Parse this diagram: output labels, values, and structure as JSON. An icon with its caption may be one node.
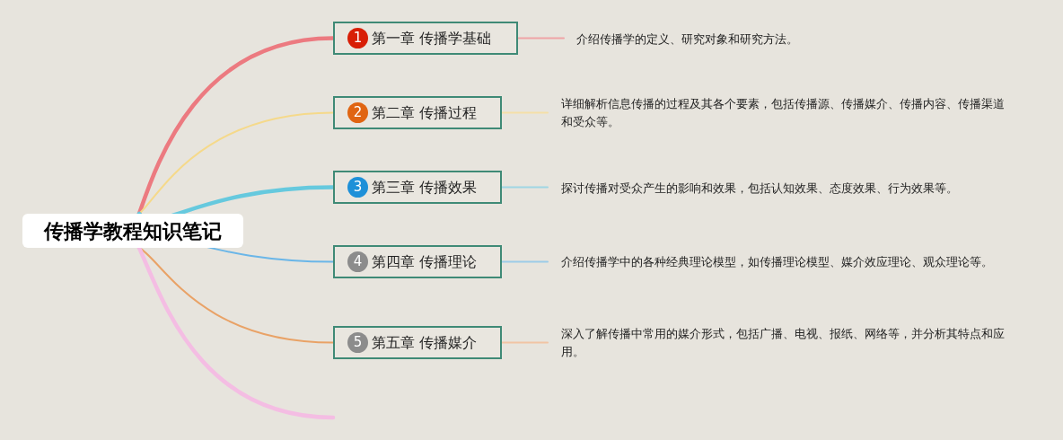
{
  "diagram": {
    "nodes": [
      {
        "text": [
          "传播学教程知识笔记"
        ]
      },
      {
        "text": [
          "第一章 传播学基础"
        ]
      },
      {
        "text": [
          "1"
        ],
        "in": 1
      },
      {
        "text": [
          "介绍传播学的定义、研究对象和研究方法。"
        ]
      },
      {
        "text": [
          "第二章 传播过程"
        ]
      },
      {
        "text": [
          "2"
        ],
        "in": 4
      },
      {
        "text": [
          "详细解析信息传播的过程及其各个要素，包括传播源、传播媒介、传播内容、传播渠道和受众等。"
        ]
      },
      {
        "text": [
          "第三章 传播效果"
        ]
      },
      {
        "text": [
          "3"
        ],
        "in": 7
      },
      {
        "text": [
          "探讨传播对受众产生的影响和效果，包括认知效果、态度效果、行为效果等。"
        ]
      },
      {
        "text": [
          "第四章 传播理论"
        ]
      },
      {
        "text": [
          "4"
        ],
        "in": 10
      },
      {
        "text": [
          "介绍传播学中的各种经典理论模型，如传播理论模型、媒介效应理论、观众理论等。"
        ]
      },
      {
        "text": [
          "第五章 传播媒介"
        ]
      },
      {
        "text": [
          "5"
        ],
        "in": 13
      },
      {
        "text": [
          "深入了解传播中常用的媒介形式，包括广播、电视、报纸、网络等，并分析其特点和应用。"
        ]
      }
    ],
    "edges": [
      {
        "from": 0,
        "to": 1,
        "arrow": "none",
        "style": "thick",
        "color": "#ec7a80"
      },
      {
        "from": 0,
        "to": 4,
        "arrow": "none",
        "color": "#f5d98a"
      },
      {
        "from": 0,
        "to": 7,
        "arrow": "none",
        "style": "thick",
        "color": "#66c9de"
      },
      {
        "from": 0,
        "to": 10,
        "arrow": "none",
        "color": "#6ab6e8"
      },
      {
        "from": 0,
        "to": 13,
        "arrow": "none",
        "color": "#e9a266"
      },
      {
        "from": 0,
        "to": null,
        "arrow": "none",
        "style": "thick",
        "color": "#f4bde3"
      },
      {
        "from": 1,
        "to": 3,
        "arrow": "none",
        "color": "#efa3a6"
      },
      {
        "from": 4,
        "to": 6,
        "arrow": "none",
        "color": "#f5dfa8"
      },
      {
        "from": 7,
        "to": 9,
        "arrow": "none",
        "color": "#9fd6e3"
      },
      {
        "from": 10,
        "to": 12,
        "arrow": "none",
        "color": "#9ccbe8"
      },
      {
        "from": 13,
        "to": 15,
        "arrow": "none",
        "color": "#f1c4a4"
      }
    ]
  }
}
